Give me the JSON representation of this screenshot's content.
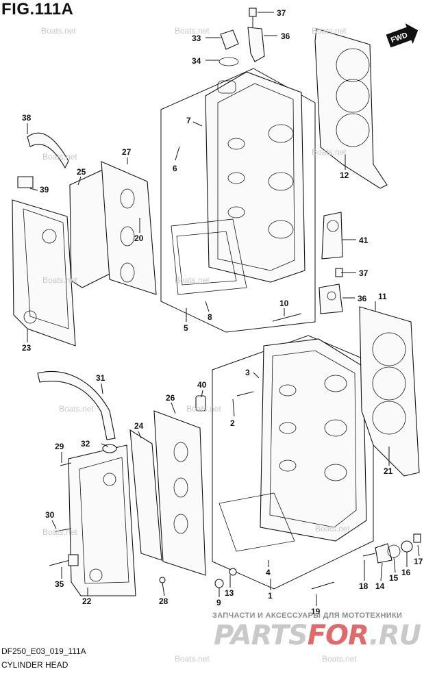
{
  "figure": {
    "title": "FIG.111A",
    "code": "DF250_E03_019_111A",
    "caption": "CYLINDER HEAD",
    "direction_badge": "FWD",
    "watermark": "Boats.net"
  },
  "shop_banner": {
    "tagline": "ЗАПЧАСТИ И АКСЕССУАРЫ ДЛЯ МОТОТЕХНИКИ",
    "logo_main": "PARTS",
    "logo_accent": "FOR",
    "logo_tail": ".RU"
  },
  "callouts": [
    {
      "id": "c37a",
      "label": "37"
    },
    {
      "id": "c36a",
      "label": "36"
    },
    {
      "id": "c33",
      "label": "33"
    },
    {
      "id": "c34",
      "label": "34"
    },
    {
      "id": "c38",
      "label": "38"
    },
    {
      "id": "c7",
      "label": "7"
    },
    {
      "id": "c27",
      "label": "27"
    },
    {
      "id": "c6",
      "label": "6"
    },
    {
      "id": "c25",
      "label": "25"
    },
    {
      "id": "c39",
      "label": "39"
    },
    {
      "id": "c12",
      "label": "12"
    },
    {
      "id": "c41",
      "label": "41"
    },
    {
      "id": "c20",
      "label": "20"
    },
    {
      "id": "c37b",
      "label": "37"
    },
    {
      "id": "c36b",
      "label": "36"
    },
    {
      "id": "c11",
      "label": "11"
    },
    {
      "id": "c10",
      "label": "10"
    },
    {
      "id": "c8",
      "label": "8"
    },
    {
      "id": "c5",
      "label": "5"
    },
    {
      "id": "c23",
      "label": "23"
    },
    {
      "id": "c3",
      "label": "3"
    },
    {
      "id": "c31",
      "label": "31"
    },
    {
      "id": "c40",
      "label": "40"
    },
    {
      "id": "c26",
      "label": "26"
    },
    {
      "id": "c2",
      "label": "2"
    },
    {
      "id": "c24",
      "label": "24"
    },
    {
      "id": "c29",
      "label": "29"
    },
    {
      "id": "c32",
      "label": "32"
    },
    {
      "id": "c21",
      "label": "21"
    },
    {
      "id": "c30",
      "label": "30"
    },
    {
      "id": "c4",
      "label": "4"
    },
    {
      "id": "c17",
      "label": "17"
    },
    {
      "id": "c16",
      "label": "16"
    },
    {
      "id": "c15",
      "label": "15"
    },
    {
      "id": "c14",
      "label": "14"
    },
    {
      "id": "c18",
      "label": "18"
    },
    {
      "id": "c35",
      "label": "35"
    },
    {
      "id": "c22",
      "label": "22"
    },
    {
      "id": "c28",
      "label": "28"
    },
    {
      "id": "c13",
      "label": "13"
    },
    {
      "id": "c1",
      "label": "1"
    },
    {
      "id": "c9",
      "label": "9"
    },
    {
      "id": "c19",
      "label": "19"
    }
  ]
}
